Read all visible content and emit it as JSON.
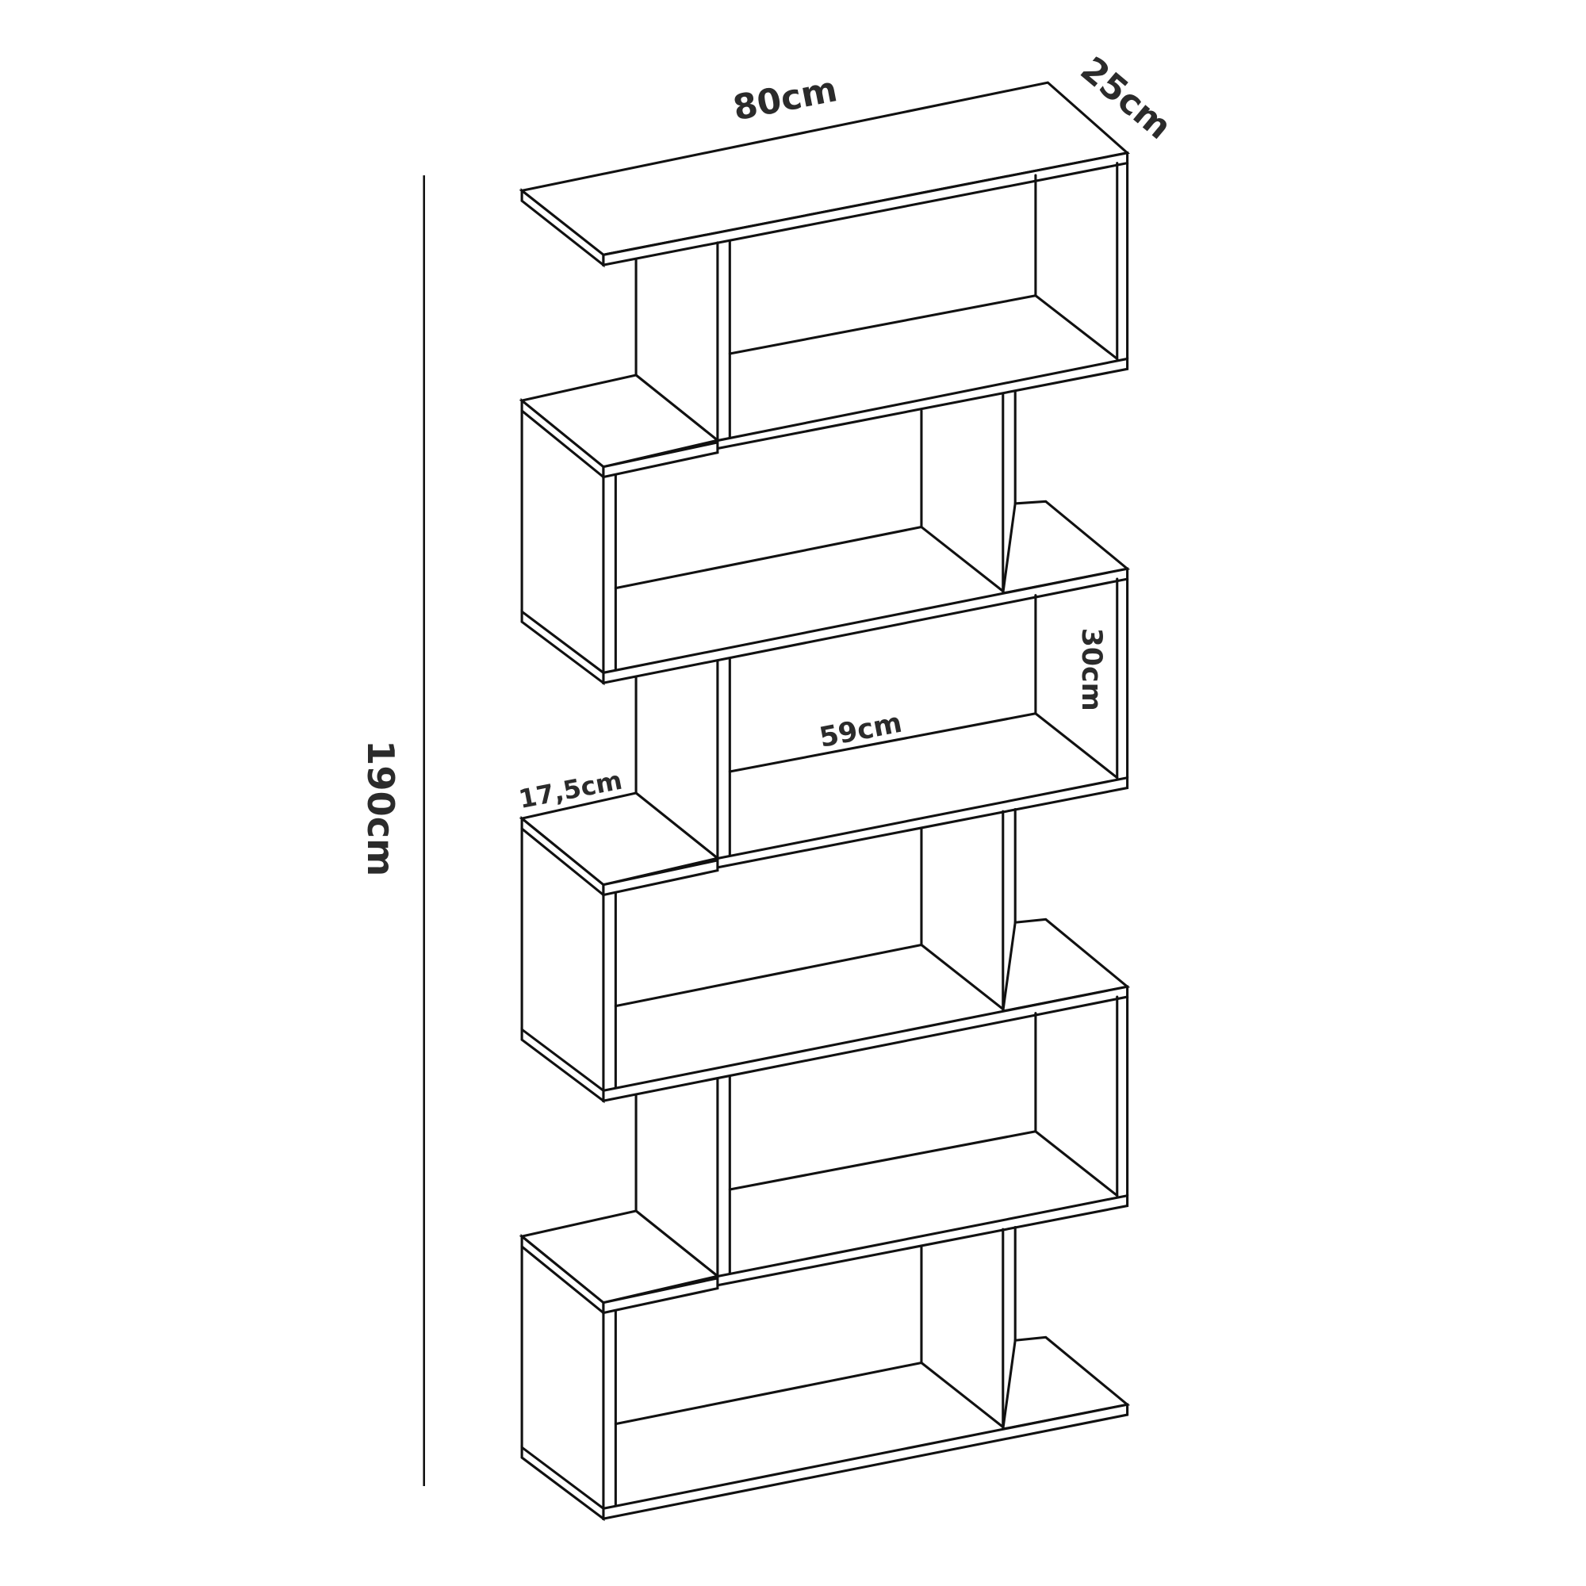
{
  "diagram": {
    "subject": "Zig-zag 6-tier bookshelf dimension drawing",
    "line_color": "#111111",
    "text_color": "#2b2b2b",
    "background": "#ffffff",
    "dimensions": {
      "width": "80cm",
      "depth": "25cm",
      "height": "190cm",
      "compartment_height": "30cm",
      "compartment_width": "59cm",
      "small_shelf_width": "17,5cm"
    }
  }
}
